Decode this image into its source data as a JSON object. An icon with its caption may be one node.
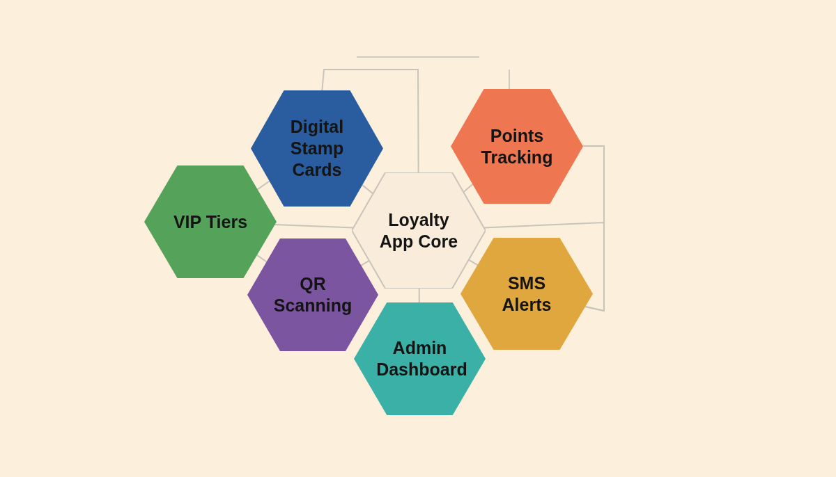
{
  "diagram": {
    "nodes": [
      {
        "text": [
          "Digital Stamp Cards"
        ]
      },
      {
        "text": [
          "Points Tracking"
        ]
      },
      {
        "text": [
          "VIP Tiers"
        ]
      },
      {
        "text": [
          "Loyalty App Core"
        ]
      },
      {
        "text": [
          "QR Scanning"
        ]
      },
      {
        "text": [
          "SMS Alerts"
        ]
      },
      {
        "text": [
          "Admin Dashboard"
        ]
      }
    ],
    "edges": [
      {
        "from": 0,
        "to": 3,
        "arrow": "none"
      },
      {
        "from": 0,
        "to": 3,
        "arrow": "none"
      },
      {
        "from": 1,
        "to": 3,
        "arrow": "none"
      },
      {
        "from": 2,
        "to": 0,
        "arrow": "none"
      },
      {
        "from": 2,
        "to": 3,
        "arrow": "none"
      },
      {
        "from": 2,
        "to": 4,
        "arrow": "none"
      },
      {
        "from": 3,
        "to": 4,
        "arrow": "none"
      },
      {
        "from": 3,
        "to": 5,
        "arrow": "none"
      },
      {
        "from": 3,
        "to": 6,
        "arrow": "none"
      },
      {
        "from": 1,
        "to": 5,
        "arrow": "none"
      },
      {
        "from": 3,
        "to": 5,
        "arrow": "none"
      }
    ]
  }
}
